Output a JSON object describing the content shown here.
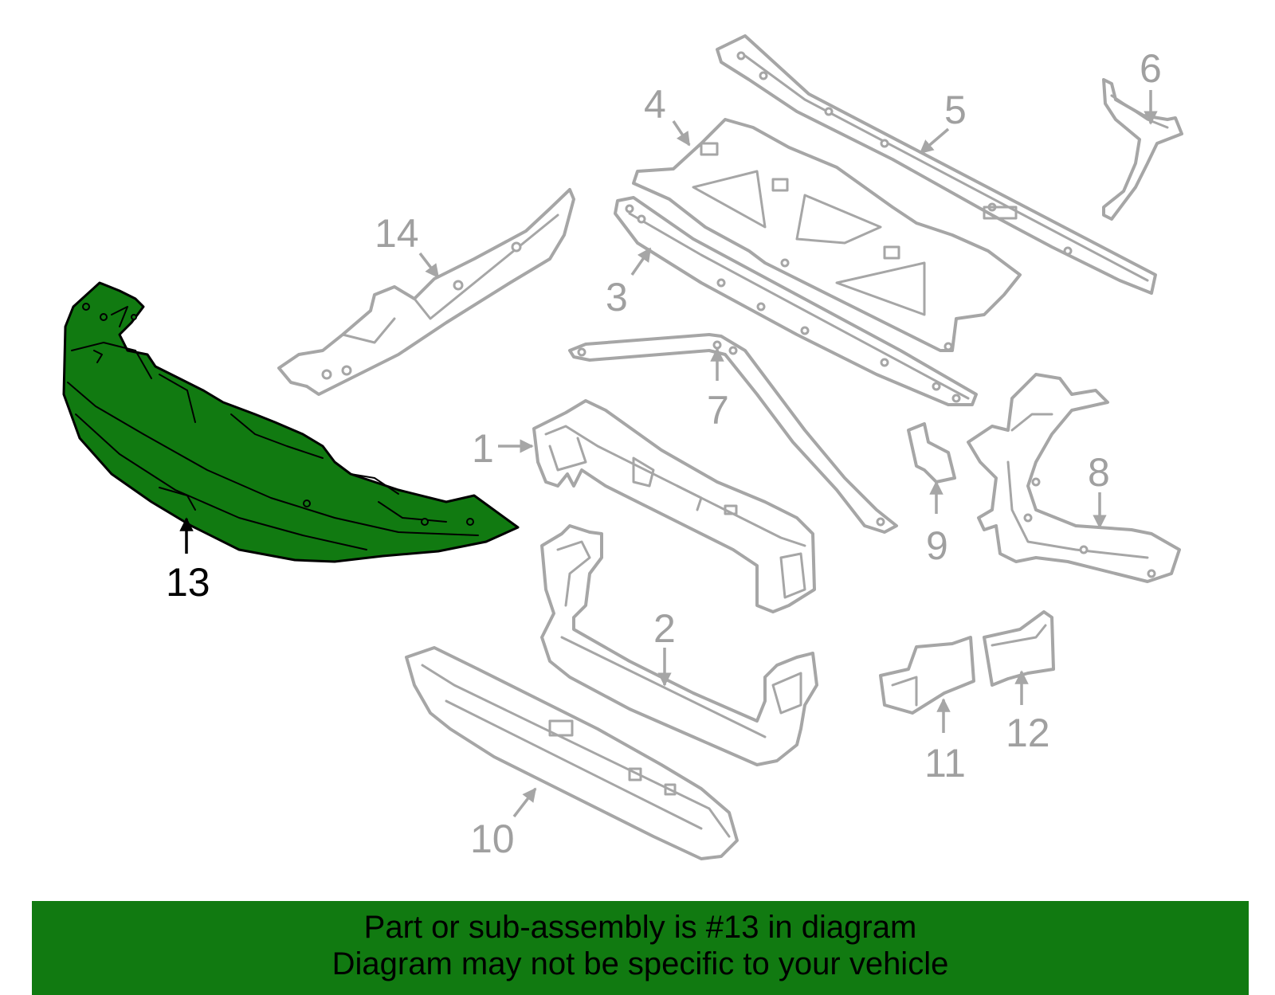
{
  "diagram": {
    "highlight_color": "#117a11",
    "part_color": "#a6a6a6",
    "highlighted_part": "13",
    "callouts": [
      "1",
      "2",
      "3",
      "4",
      "5",
      "6",
      "7",
      "8",
      "9",
      "10",
      "11",
      "12",
      "13",
      "14"
    ]
  },
  "banner": {
    "background": "#117a11",
    "line1": "Part or sub-assembly is #13 in diagram",
    "line2": "Diagram may not be specific to your vehicle"
  }
}
